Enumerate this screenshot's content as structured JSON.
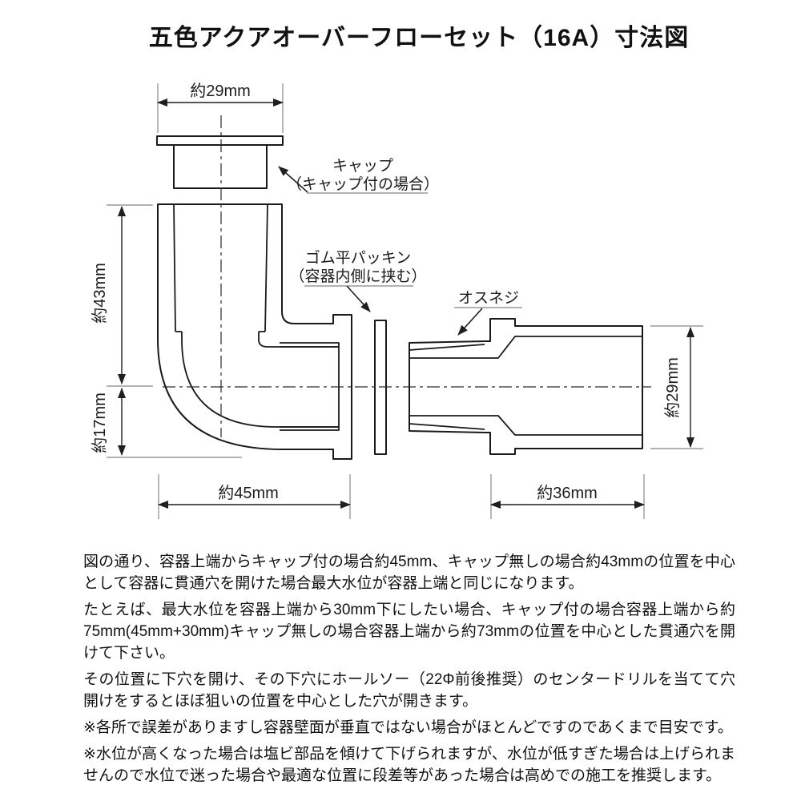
{
  "title": "五色アクアオーバーフローセット（16A）寸法図",
  "diagram": {
    "dimensions": {
      "cap_width": "約29mm",
      "upper_height": "約43mm",
      "lower_height": "約17mm",
      "elbow_length": "約45mm",
      "adapter_length": "約36mm",
      "adapter_diameter": "約29mm"
    },
    "labels": {
      "cap_line1": "キャップ",
      "cap_line2": "（キャップ付の場合）",
      "gasket_line1": "ゴム平パッキン",
      "gasket_line2": "（容器内側に挟む）",
      "male_thread": "オスネジ"
    },
    "parts": [
      "キャップ",
      "エルボ本体",
      "ゴム平パッキン",
      "オスネジアダプター"
    ],
    "colors": {
      "outline": "#1a1a1a",
      "extension_line": "#9a9a9a",
      "background": "#ffffff"
    }
  },
  "notes": {
    "paragraphs": [
      "図の通り、容器上端からキャップ付の場合約45mm、キャップ無しの場合約43mmの位置を中心として容器に貫通穴を開けた場合最大水位が容器上端と同じになります。",
      "たとえば、最大水位を容器上端から30mm下にしたい場合、キャップ付の場合容器上端から約75mm(45mm+30mm)キャップ無しの場合容器上端から約73mmの位置を中心とした貫通穴を開けて下さい。",
      "その位置に下穴を開け、その下穴にホールソー（22Φ前後推奨）のセンタードリルを当てて穴開けをするとほぼ狙いの位置を中心とした穴が開きます。",
      "※各所で誤差がありますし容器壁面が垂直ではない場合がほとんどですのであくまで目安です。",
      "※水位が高くなった場合は塩ビ部品を傾けて下げられますが、水位が低すぎた場合は上げられませんので水位で迷った場合や最適な位置に段差等があった場合は高めでの施工を推奨します。"
    ]
  }
}
